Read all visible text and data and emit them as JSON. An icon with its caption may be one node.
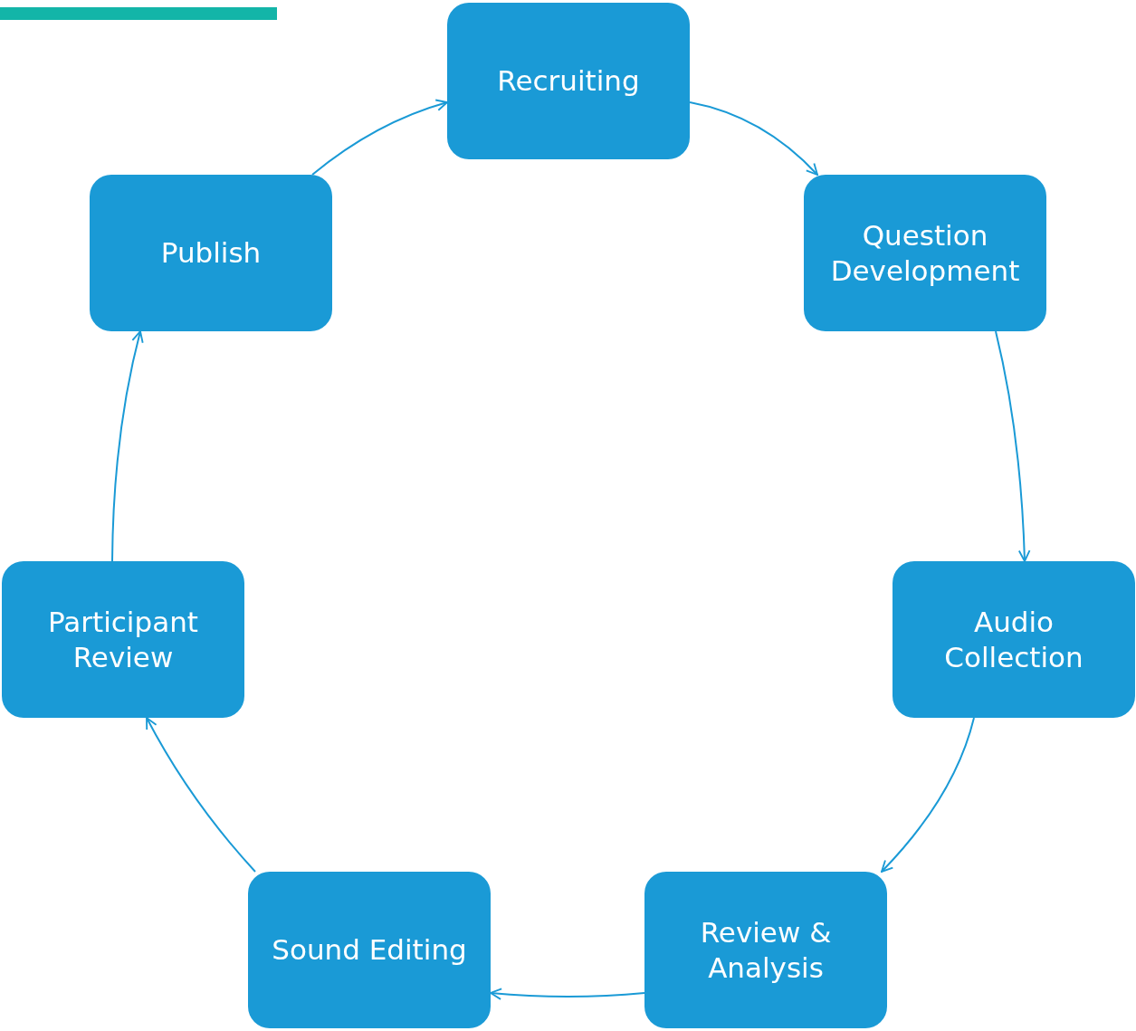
{
  "diagram": {
    "nodes": [
      {
        "text": [
          "Recruiting"
        ]
      },
      {
        "text": [
          "Question Development"
        ]
      },
      {
        "text": [
          "Audio Collection"
        ]
      },
      {
        "text": [
          "Review & Analysis"
        ]
      },
      {
        "text": [
          "Sound Editing"
        ]
      },
      {
        "text": [
          "Participant Review"
        ]
      },
      {
        "text": [
          "Publish"
        ]
      }
    ],
    "edges": [
      {
        "from": 0,
        "to": 1,
        "arrow": "to"
      },
      {
        "from": 1,
        "to": 2,
        "arrow": "to"
      },
      {
        "from": 2,
        "to": 3,
        "arrow": "to"
      },
      {
        "from": 3,
        "to": 4,
        "arrow": "to"
      },
      {
        "from": 4,
        "to": 5,
        "arrow": "to"
      },
      {
        "from": 5,
        "to": 6,
        "arrow": "to"
      },
      {
        "from": 6,
        "to": 0,
        "arrow": "to"
      }
    ]
  }
}
